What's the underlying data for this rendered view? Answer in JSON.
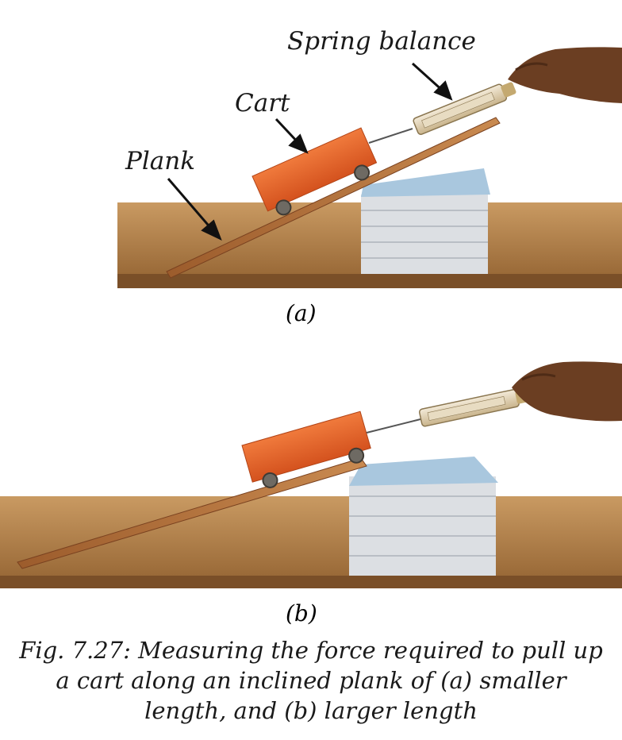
{
  "figure_a": {
    "labels": {
      "spring_balance": "Spring balance",
      "cart": "Cart",
      "plank": "Plank"
    },
    "sublabel": "(a)"
  },
  "figure_b": {
    "sublabel": "(b)"
  },
  "caption": "Fig. 7.27: Measuring the force required to pull up a cart along an inclined plank of (a) smaller length, and (b) larger length",
  "colors": {
    "table_wood": "#b5824a",
    "plank_wood": "#b8743a",
    "cart_orange": "#e8622a",
    "paper": "#dfe2e6",
    "paper_top": "#a9c7de",
    "skin": "#6b3e22"
  }
}
